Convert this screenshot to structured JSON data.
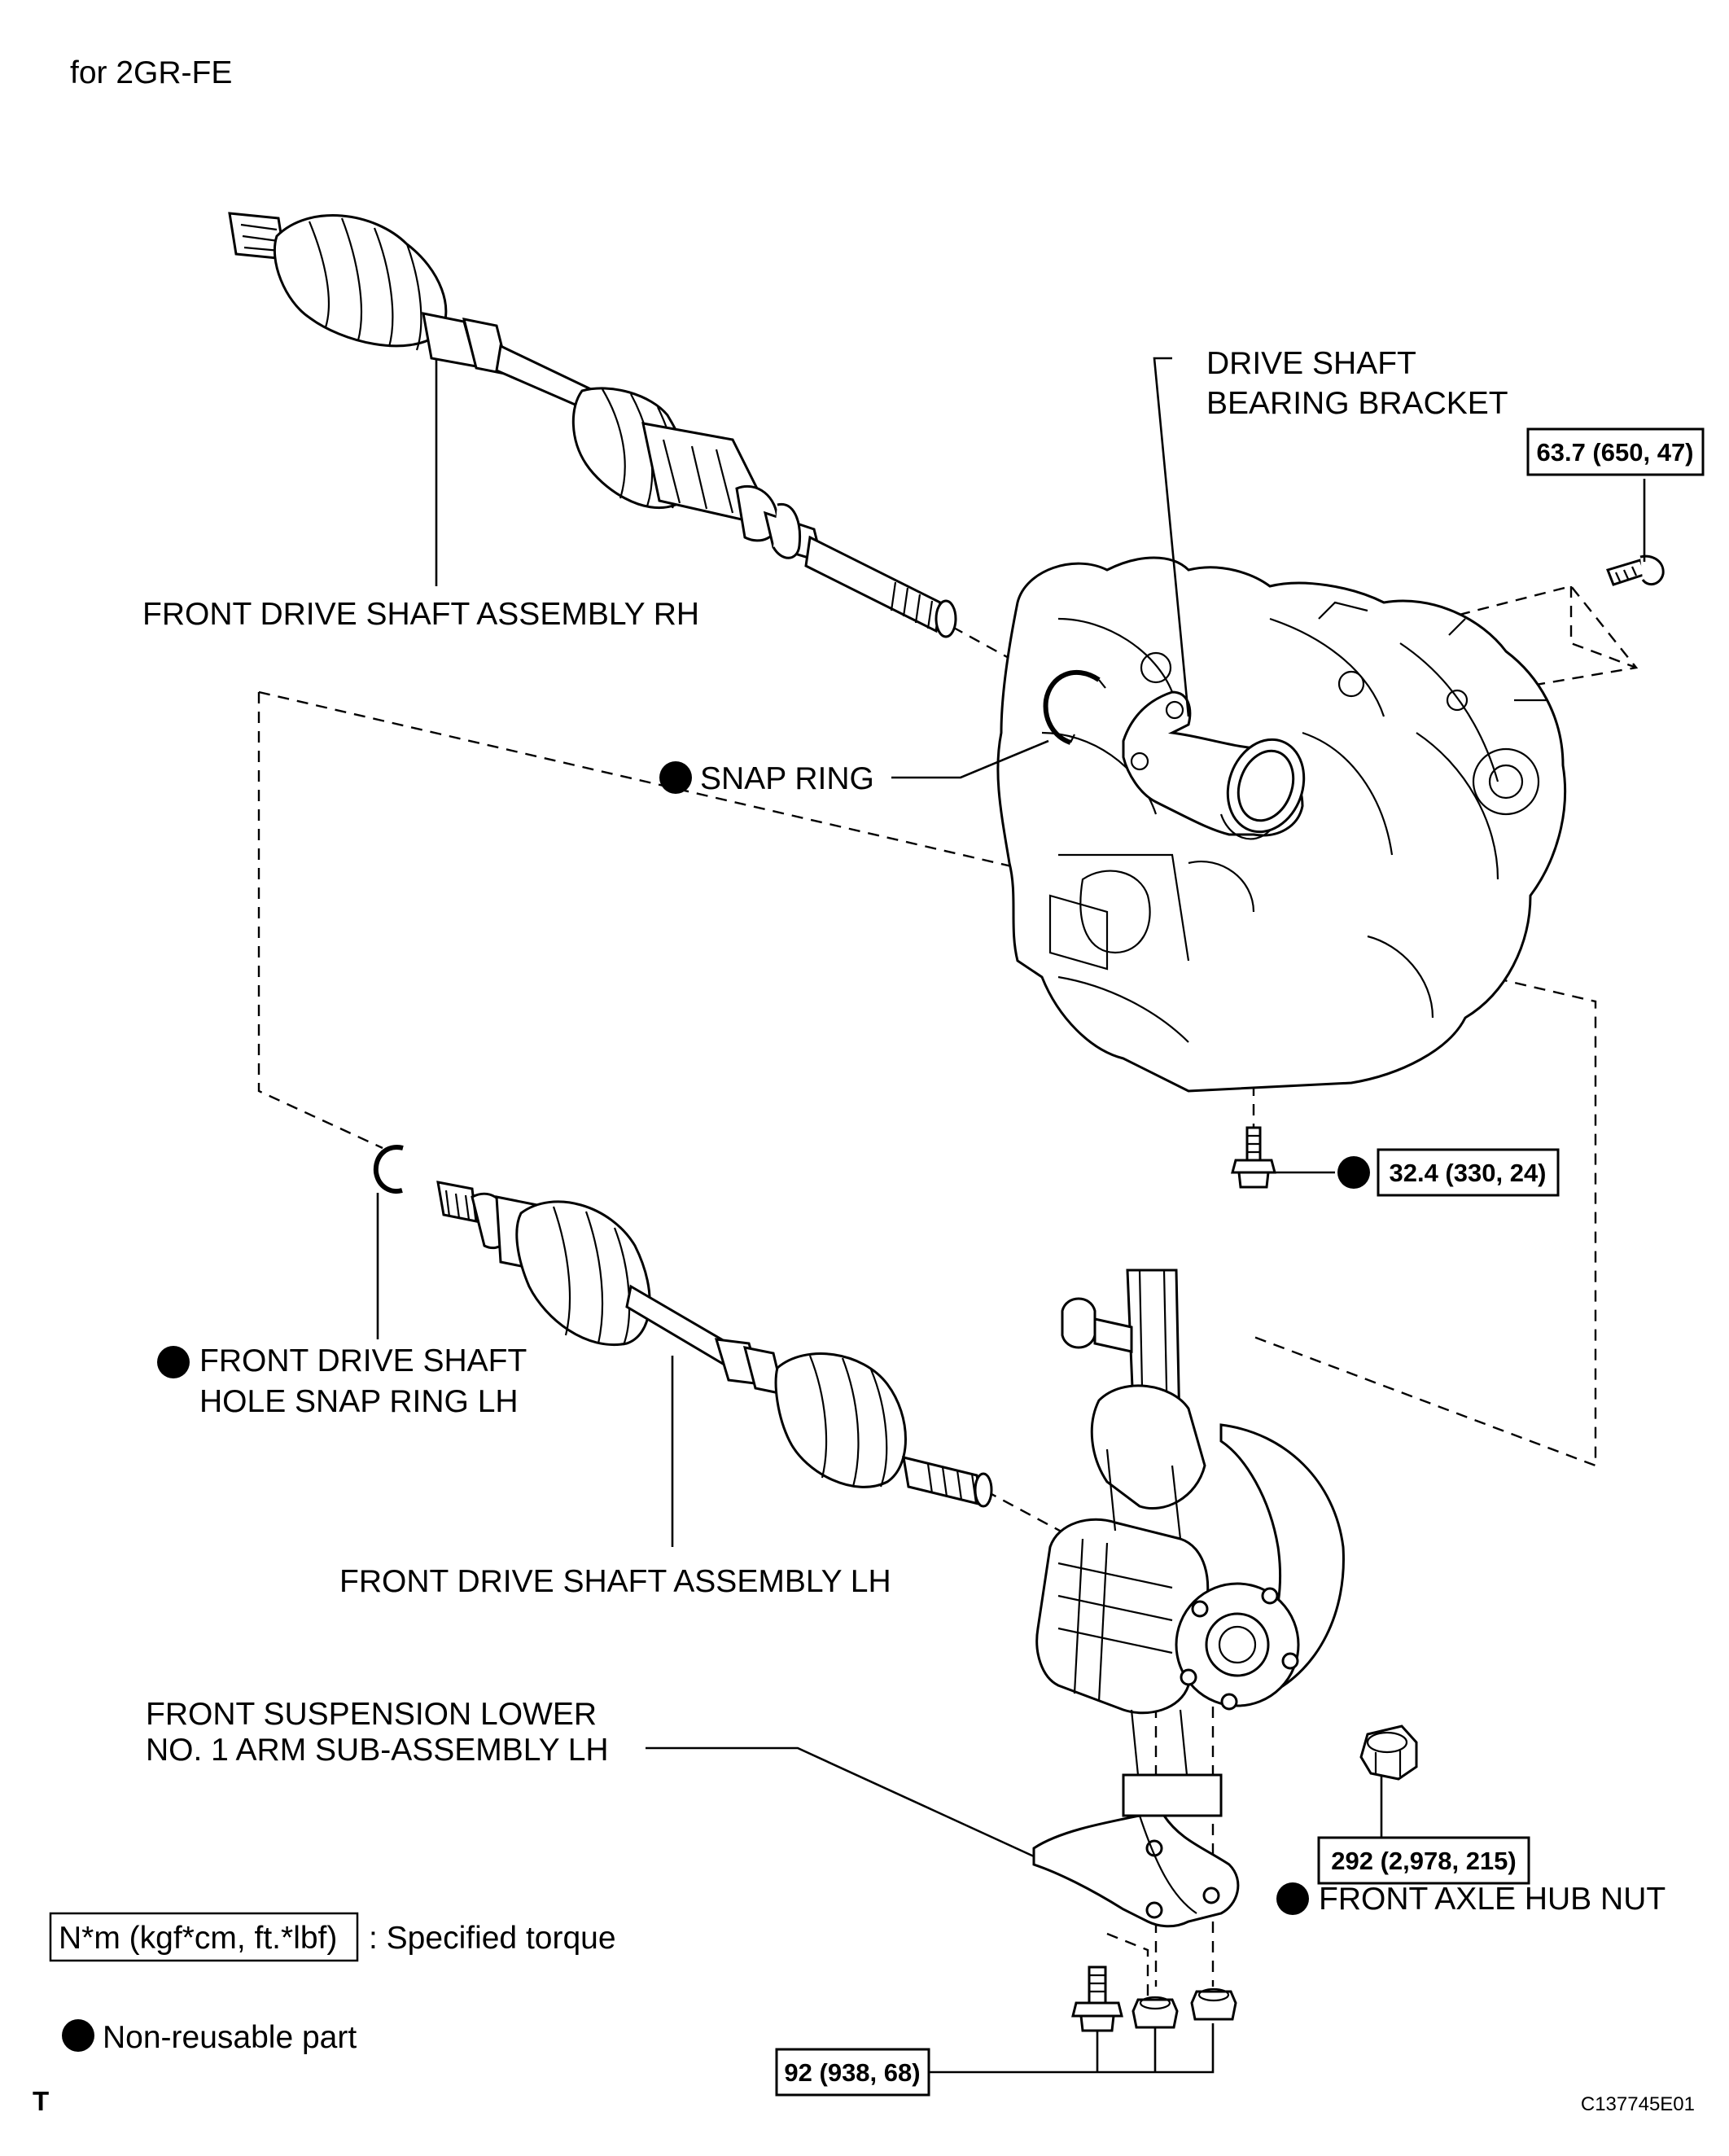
{
  "header": {
    "engine": "for 2GR-FE"
  },
  "labels": {
    "bracket_line1": "DRIVE SHAFT",
    "bracket_line2": "BEARING BRACKET",
    "rh_shaft": "FRONT DRIVE SHAFT ASSEMBLY RH",
    "snap_ring": "SNAP RING",
    "lh_snap_line1": "FRONT DRIVE SHAFT",
    "lh_snap_line2": "HOLE SNAP RING LH",
    "lh_shaft": "FRONT DRIVE SHAFT ASSEMBLY LH",
    "lower_arm_line1": "FRONT SUSPENSION LOWER",
    "lower_arm_line2": "NO. 1 ARM SUB-ASSEMBLY LH",
    "hub_nut": "FRONT AXLE HUB NUT"
  },
  "torques": {
    "bracket_bolt": "63.7 (650, 47)",
    "bracket_lower_bolt": "32.4 (330, 24)",
    "hub_nut": "292 (2,978, 215)",
    "lower_arm": "92 (938, 68)"
  },
  "legend": {
    "torque_box": "N*m (kgf*cm, ft.*lbf)",
    "torque_text": ": Specified torque",
    "nonreusable_text": "Non-reusable part"
  },
  "footer": {
    "left_mark": "T",
    "code": "C137745E01"
  },
  "colors": {
    "ink": "#000000",
    "paper": "#ffffff"
  }
}
